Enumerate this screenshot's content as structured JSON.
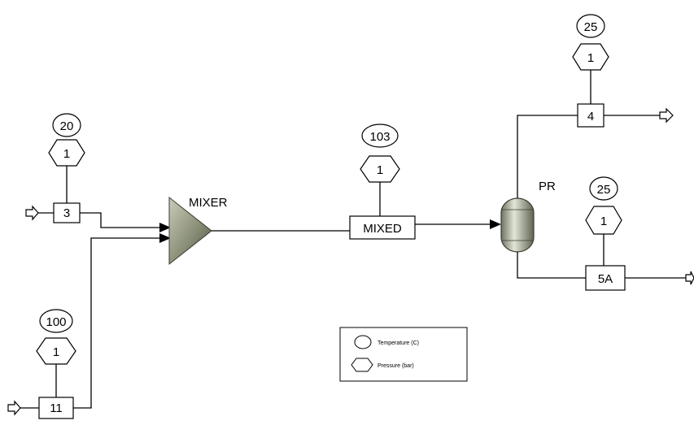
{
  "units": {
    "mixer": {
      "label": "MIXER"
    },
    "reactor": {
      "label": "PR"
    }
  },
  "streams": {
    "s3": {
      "label": "3",
      "temperature": "20",
      "pressure": "1"
    },
    "s11": {
      "label": "11",
      "temperature": "100",
      "pressure": "1"
    },
    "mixed": {
      "label": "MIXED",
      "temperature": "103",
      "pressure": "1"
    },
    "s4": {
      "label": "4",
      "temperature": "25",
      "pressure": "1"
    },
    "s5a": {
      "label": "5A",
      "temperature": "25",
      "pressure": "1"
    }
  },
  "legend": {
    "temperature_label": "Temperature (C)",
    "pressure_label": "Pressure (bar)"
  }
}
